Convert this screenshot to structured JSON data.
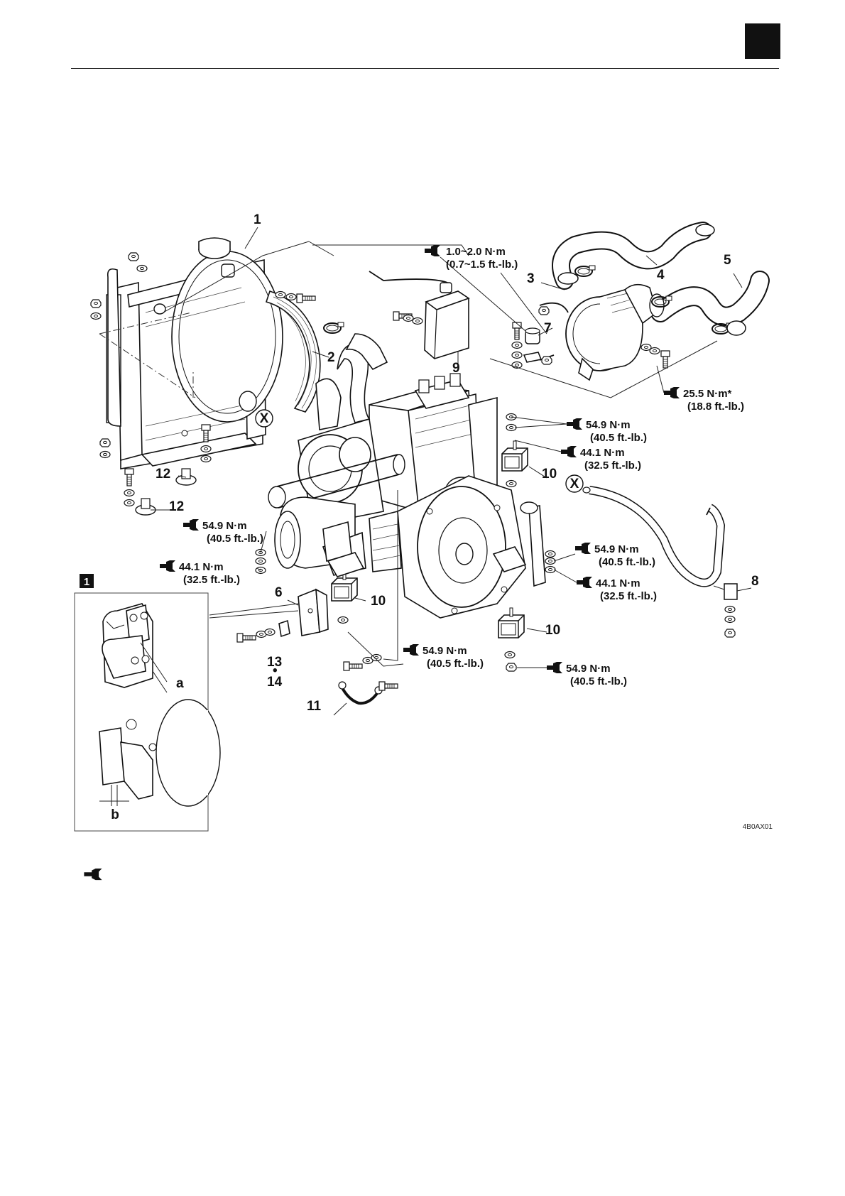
{
  "figure_code": "4B0AX01",
  "inset_marker": "1",
  "inset_dims": {
    "a": "a",
    "b": "b"
  },
  "ref_marker": "X",
  "callouts": {
    "c1": "1",
    "c2": "2",
    "c3": "3",
    "c4": "4",
    "c5": "5",
    "c6": "6",
    "c7": "7",
    "c8": "8",
    "c9": "9",
    "c10a": "10",
    "c10b": "10",
    "c10c": "10",
    "c11": "11",
    "c12a": "12",
    "c12b": "12",
    "c13": "13",
    "c13sep": "•",
    "c14": "14"
  },
  "torques": {
    "t_res": {
      "nm": "1.0~2.0 N·m",
      "ft": "(0.7~1.5 ft.-lb.)"
    },
    "t_air": {
      "nm": "25.5 N·m*",
      "ft": "(18.8 ft.-lb.)"
    },
    "t_r1": {
      "nm": "54.9 N·m",
      "ft": "(40.5 ft.-lb.)"
    },
    "t_r2": {
      "nm": "44.1 N·m",
      "ft": "(32.5 ft.-lb.)"
    },
    "t_l1": {
      "nm": "54.9 N·m",
      "ft": "(40.5 ft.-lb.)"
    },
    "t_l2": {
      "nm": "44.1 N·m",
      "ft": "(32.5 ft.-lb.)"
    },
    "t_m1": {
      "nm": "54.9 N·m",
      "ft": "(40.5 ft.-lb.)"
    },
    "t_m2": {
      "nm": "44.1 N·m",
      "ft": "(32.5 ft.-lb.)"
    },
    "t_c": {
      "nm": "54.9 N·m",
      "ft": "(40.5 ft.-lb.)"
    },
    "t_b": {
      "nm": "54.9 N·m",
      "ft": "(40.5 ft.-lb.)"
    }
  },
  "icons": {
    "torque": "wrench-icon"
  }
}
